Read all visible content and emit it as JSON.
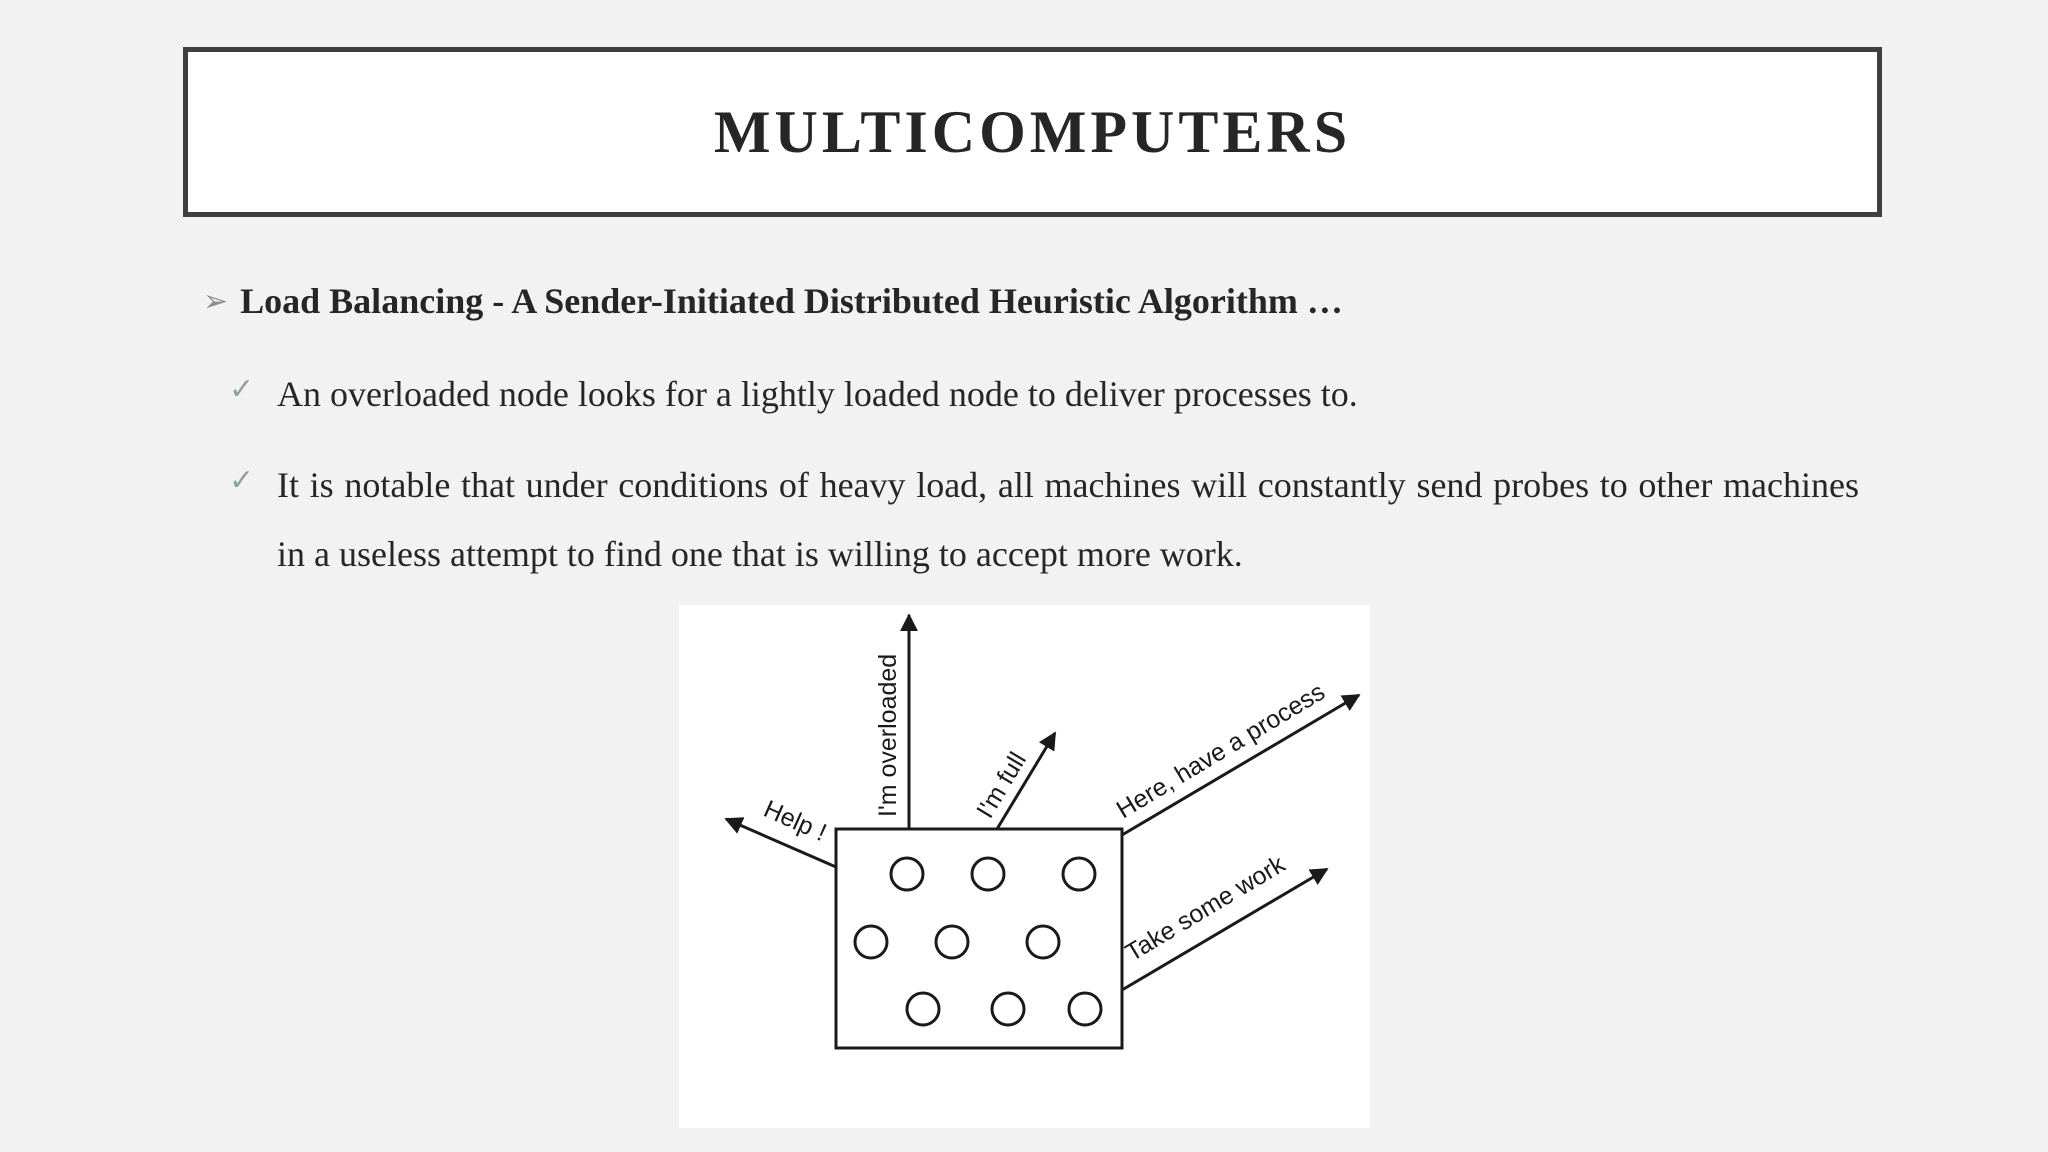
{
  "slide": {
    "title": "MULTICOMPUTERS",
    "heading": "Load Balancing - A Sender-Initiated Distributed Heuristic Algorithm …",
    "bullets": [
      "An overloaded node looks for a lightly loaded node to deliver processes to.",
      "It is notable that under conditions of heavy load, all machines will constantly send probes to other machines in a useless attempt to find one that is willing to accept more work."
    ]
  },
  "figure": {
    "labels": {
      "overloaded": "I'm overloaded",
      "full": "I'm full",
      "help": "Help !",
      "have_process": "Here, have a process",
      "take_work": "Take some work"
    }
  }
}
